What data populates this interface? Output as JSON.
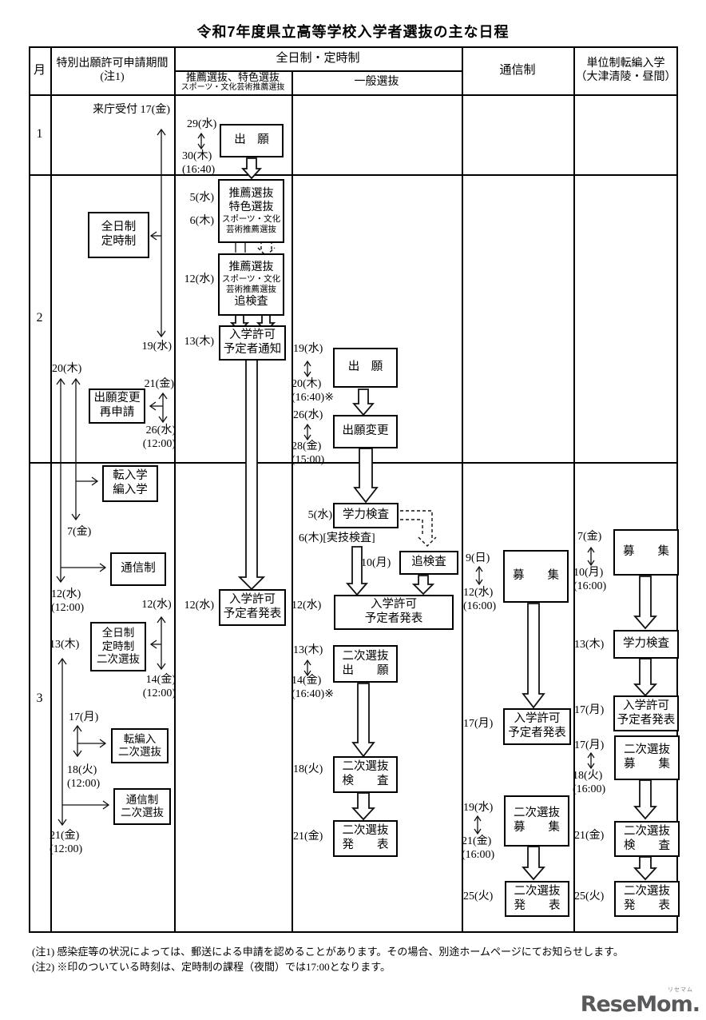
{
  "title": "令和7年度県立高等学校入学者選抜の主な日程",
  "header": {
    "month": "月",
    "special_permission": "特別出願許可申請期間\n(注1)",
    "fulltime_parttime": "全日制・定時制",
    "recommendation_main": "推薦選抜、特色選抜",
    "recommendation_sub": "スポーツ・文化芸術推薦選抜",
    "general": "一般選抜",
    "correspondence": "通信制",
    "credit_transfer": "単位制転編入学\n（大津清陵・昼間）"
  },
  "months": {
    "m1": "1",
    "m2": "2",
    "m3": "3"
  },
  "special": {
    "visit_label": "来庁受付 17(金)",
    "box_fulltime": "全日制\n定時制",
    "d19w": "19(水)",
    "d20t": "20(木)",
    "d21f": "21(金)",
    "box_change": "出願変更\n再申請",
    "d26w": "26(水)\n(12:00)",
    "box_transfer": "転入学\n編入学",
    "d7f": "7(金)",
    "box_corr": "通信制",
    "d12w_noon": "12(水)\n(12:00)",
    "d12w": "12(水)",
    "box_ft2": "全日制\n定時制\n二次選抜",
    "d13t": "13(木)",
    "d14f": "14(金)\n(12:00)",
    "d17m": "17(月)",
    "box_tr2": "転編入\n二次選抜",
    "d18t": "18(火)\n(12:00)",
    "box_corr2": "通信制\n二次選抜",
    "d21f_noon": "21(金)\n(12:00)"
  },
  "recommend": {
    "d29w": "29(水)",
    "d30t": "30(木)\n(16:40)",
    "box_apply": "出　願",
    "d5w": "5(水)",
    "d6t": "6(木)",
    "box_selection_main": "推薦選抜\n特色選抜",
    "box_selection_sub": "スポーツ・文化\n芸術推薦選抜",
    "d12w": "12(水)",
    "box_makeup_main": "推薦選抜",
    "box_makeup_sub": "スポーツ・文化\n芸術推薦選抜",
    "box_makeup_tail": "追検査",
    "d13t": "13(木)",
    "box_notice": "入学許可\n予定者通知",
    "d12w2": "12(水)",
    "box_announce": "入学許可\n予定者発表"
  },
  "general": {
    "d19w": "19(水)",
    "d20t": "20(木)\n(16:40)※",
    "box_apply": "出　願",
    "d26w": "26(水)",
    "d28f": "28(金)\n(15:00)",
    "box_change": "出願変更",
    "d5w": "5(水)",
    "box_exam": "学力検査",
    "d6t": "6(木)[実技検査]",
    "d10m": "10(月)",
    "box_makeup": "追検査",
    "d12w": "12(水)",
    "box_announce": "入学許可\n予定者発表",
    "d13t": "13(木)",
    "d14f": "14(金)\n(16:40)※",
    "box_second_apply": "二次選抜\n出　　願",
    "d18t": "18(火)",
    "box_second_exam": "二次選抜\n検　　査",
    "d21f": "21(金)",
    "box_second_announce": "二次選抜\n発　　表"
  },
  "correspondence": {
    "d9s": "9(日)",
    "d12w": "12(水)\n(16:00)",
    "box_recruit": "募　　集",
    "d17m": "17(月)",
    "box_announce": "入学許可\n予定者発表",
    "d19w": "19(水)",
    "d21f": "21(金)\n(16:00)",
    "box_second_recruit": "二次選抜\n募　　集",
    "d25t": "25(火)",
    "box_second_announce": "二次選抜\n発　　表"
  },
  "credit": {
    "d7f": "7(金)",
    "d10m": "10(月)\n(16:00)",
    "box_recruit": "募　　集",
    "d13t": "13(木)",
    "box_exam": "学力検査",
    "d17m": "17(月)",
    "box_announce": "入学許可\n予定者発表",
    "d17m2": "17(月)",
    "d18t": "18(火)\n(16:00)",
    "box_second_recruit": "二次選抜\n募　　集",
    "d21f": "21(金)",
    "box_second_exam": "二次選抜\n検　　査",
    "d25t": "25(火)",
    "box_second_announce": "二次選抜\n発　　表"
  },
  "notes": {
    "note1": "(注1) 感染症等の状況によっては、郵送による申請を認めることがあります。その場合、別途ホームページにてお知らせします。",
    "note2": "(注2) ※印のついている時刻は、定時制の課程（夜間）では17:00となります。"
  },
  "logo": {
    "text": "ReseMom.",
    "ruby": "リセマム"
  }
}
